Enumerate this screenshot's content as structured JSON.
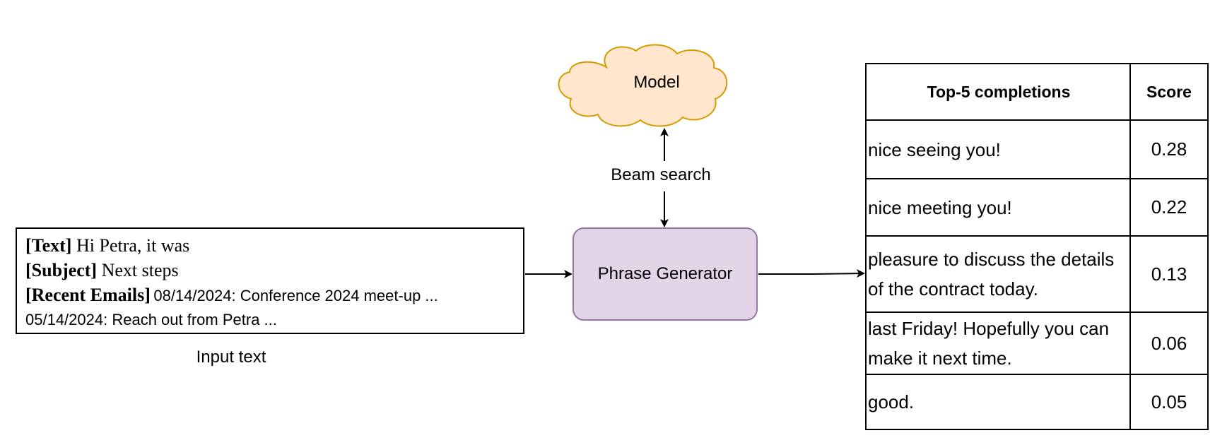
{
  "input": {
    "text_tag": "[Text]",
    "text_value": "Hi Petra, it was",
    "subject_tag": "[Subject]",
    "subject_value": "Next steps",
    "recent_tag": "[Recent Emails]",
    "recent_value": "08/14/2024: Conference 2024 meet-up ...",
    "recent_value_2": "05/14/2024: Reach out from Petra ...",
    "caption": "Input text"
  },
  "generator": {
    "label": "Phrase Generator"
  },
  "model": {
    "label": "Model"
  },
  "beam": {
    "label": "Beam search"
  },
  "table": {
    "header_completion": "Top-5 completions",
    "header_score": "Score",
    "rows": [
      {
        "text": "nice seeing you!",
        "score": "0.28"
      },
      {
        "text": "nice meeting you!",
        "score": "0.22"
      },
      {
        "text": "pleasure to discuss the details of the contract today.",
        "score": "0.13"
      },
      {
        "text": "last Friday! Hopefully you can make it next time.",
        "score": "0.06"
      },
      {
        "text": "good.",
        "score": "0.05"
      }
    ]
  },
  "colors": {
    "generator_fill": "#e1d5e7",
    "generator_border": "#9673a6",
    "model_fill": "#ffe6cc",
    "model_border": "#d79b00"
  }
}
